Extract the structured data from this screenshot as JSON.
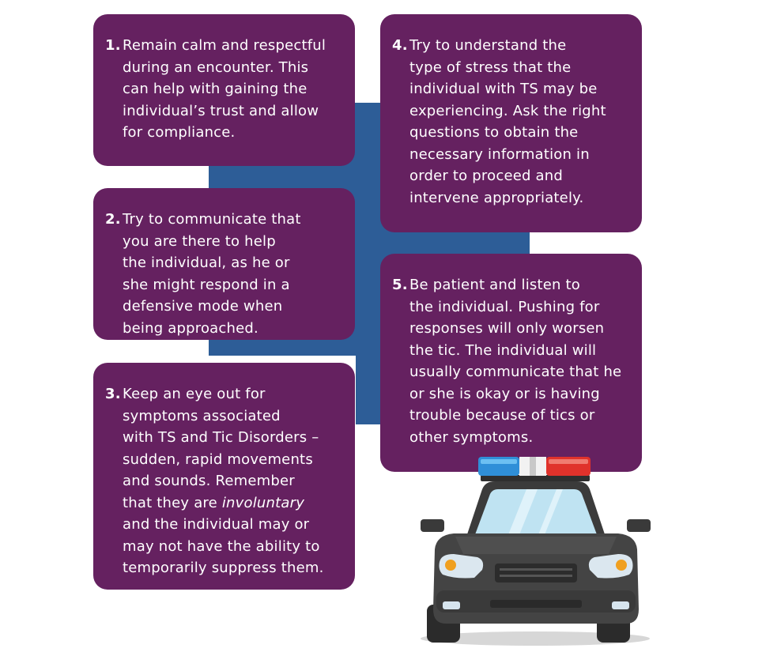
{
  "colors": {
    "card": "#652160",
    "background_block": "#2d5d97",
    "text": "#ffffff"
  },
  "tips": [
    {
      "number": "1.",
      "lines": [
        "Remain calm and respectful",
        "during an encounter. This",
        "can help with gaining the",
        "individual’s trust and allow",
        "for compliance."
      ]
    },
    {
      "number": "2.",
      "lines": [
        "Try to communicate that",
        "you are there to help",
        "the individual, as he or",
        "she might respond in a",
        "defensive mode when",
        "being approached."
      ]
    },
    {
      "number": "3.",
      "lines": [
        "Keep an eye out for",
        "symptoms associated",
        "with TS and Tic Disorders –",
        "sudden, rapid movements",
        "and sounds. Remember",
        "that they are",
        "involuntary",
        "and the individual may or",
        "may not have the ability to",
        "temporarily suppress them."
      ]
    },
    {
      "number": "4.",
      "lines": [
        "Try to understand the",
        "type of stress that the",
        "individual with TS may be",
        "experiencing. Ask the right",
        "questions to obtain the",
        "necessary information in",
        "order to proceed and",
        "intervene appropriately."
      ]
    },
    {
      "number": "5.",
      "lines": [
        "Be patient and listen to",
        "the individual. Pushing for",
        "responses will only worsen",
        "the tic. The individual will",
        "usually communicate that he",
        "or she is okay or is having",
        "trouble because of tics or",
        "other symptoms."
      ]
    }
  ],
  "illustration": {
    "icon": "police-car-icon"
  }
}
